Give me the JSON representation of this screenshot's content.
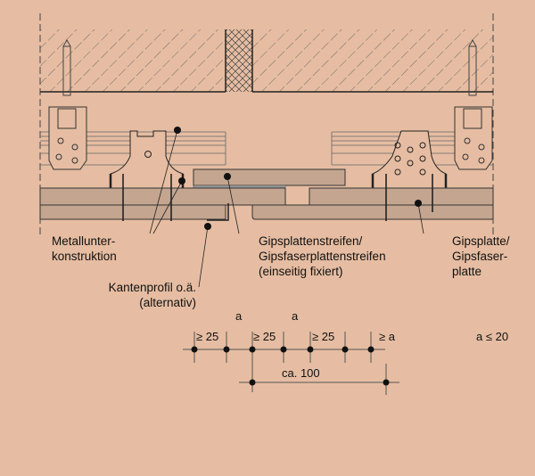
{
  "labels": {
    "metal_1": "Metallunter-",
    "metal_2": "konstruktion",
    "strip_1": "Gipsplattenstreifen/",
    "strip_2": "Gipsfaserplattenstreifen",
    "strip_3": "(einseitig fixiert)",
    "board_1": "Gipsplatte/",
    "board_2": "Gipsfaser-",
    "board_3": "platte",
    "edge_1": "Kantenprofil o.ä.",
    "edge_2": "(alternativ)"
  },
  "dimensions": {
    "a1": "a",
    "a2": "a",
    "d1": "≥ 25",
    "d2": "≥ 25",
    "d3": "≥ 25",
    "d4": "≥ a",
    "rule": "a ≤ 20",
    "span": "ca. 100"
  },
  "colors": {
    "background": "#e6bda2",
    "board": "#c4a58f",
    "line": "#222222"
  }
}
